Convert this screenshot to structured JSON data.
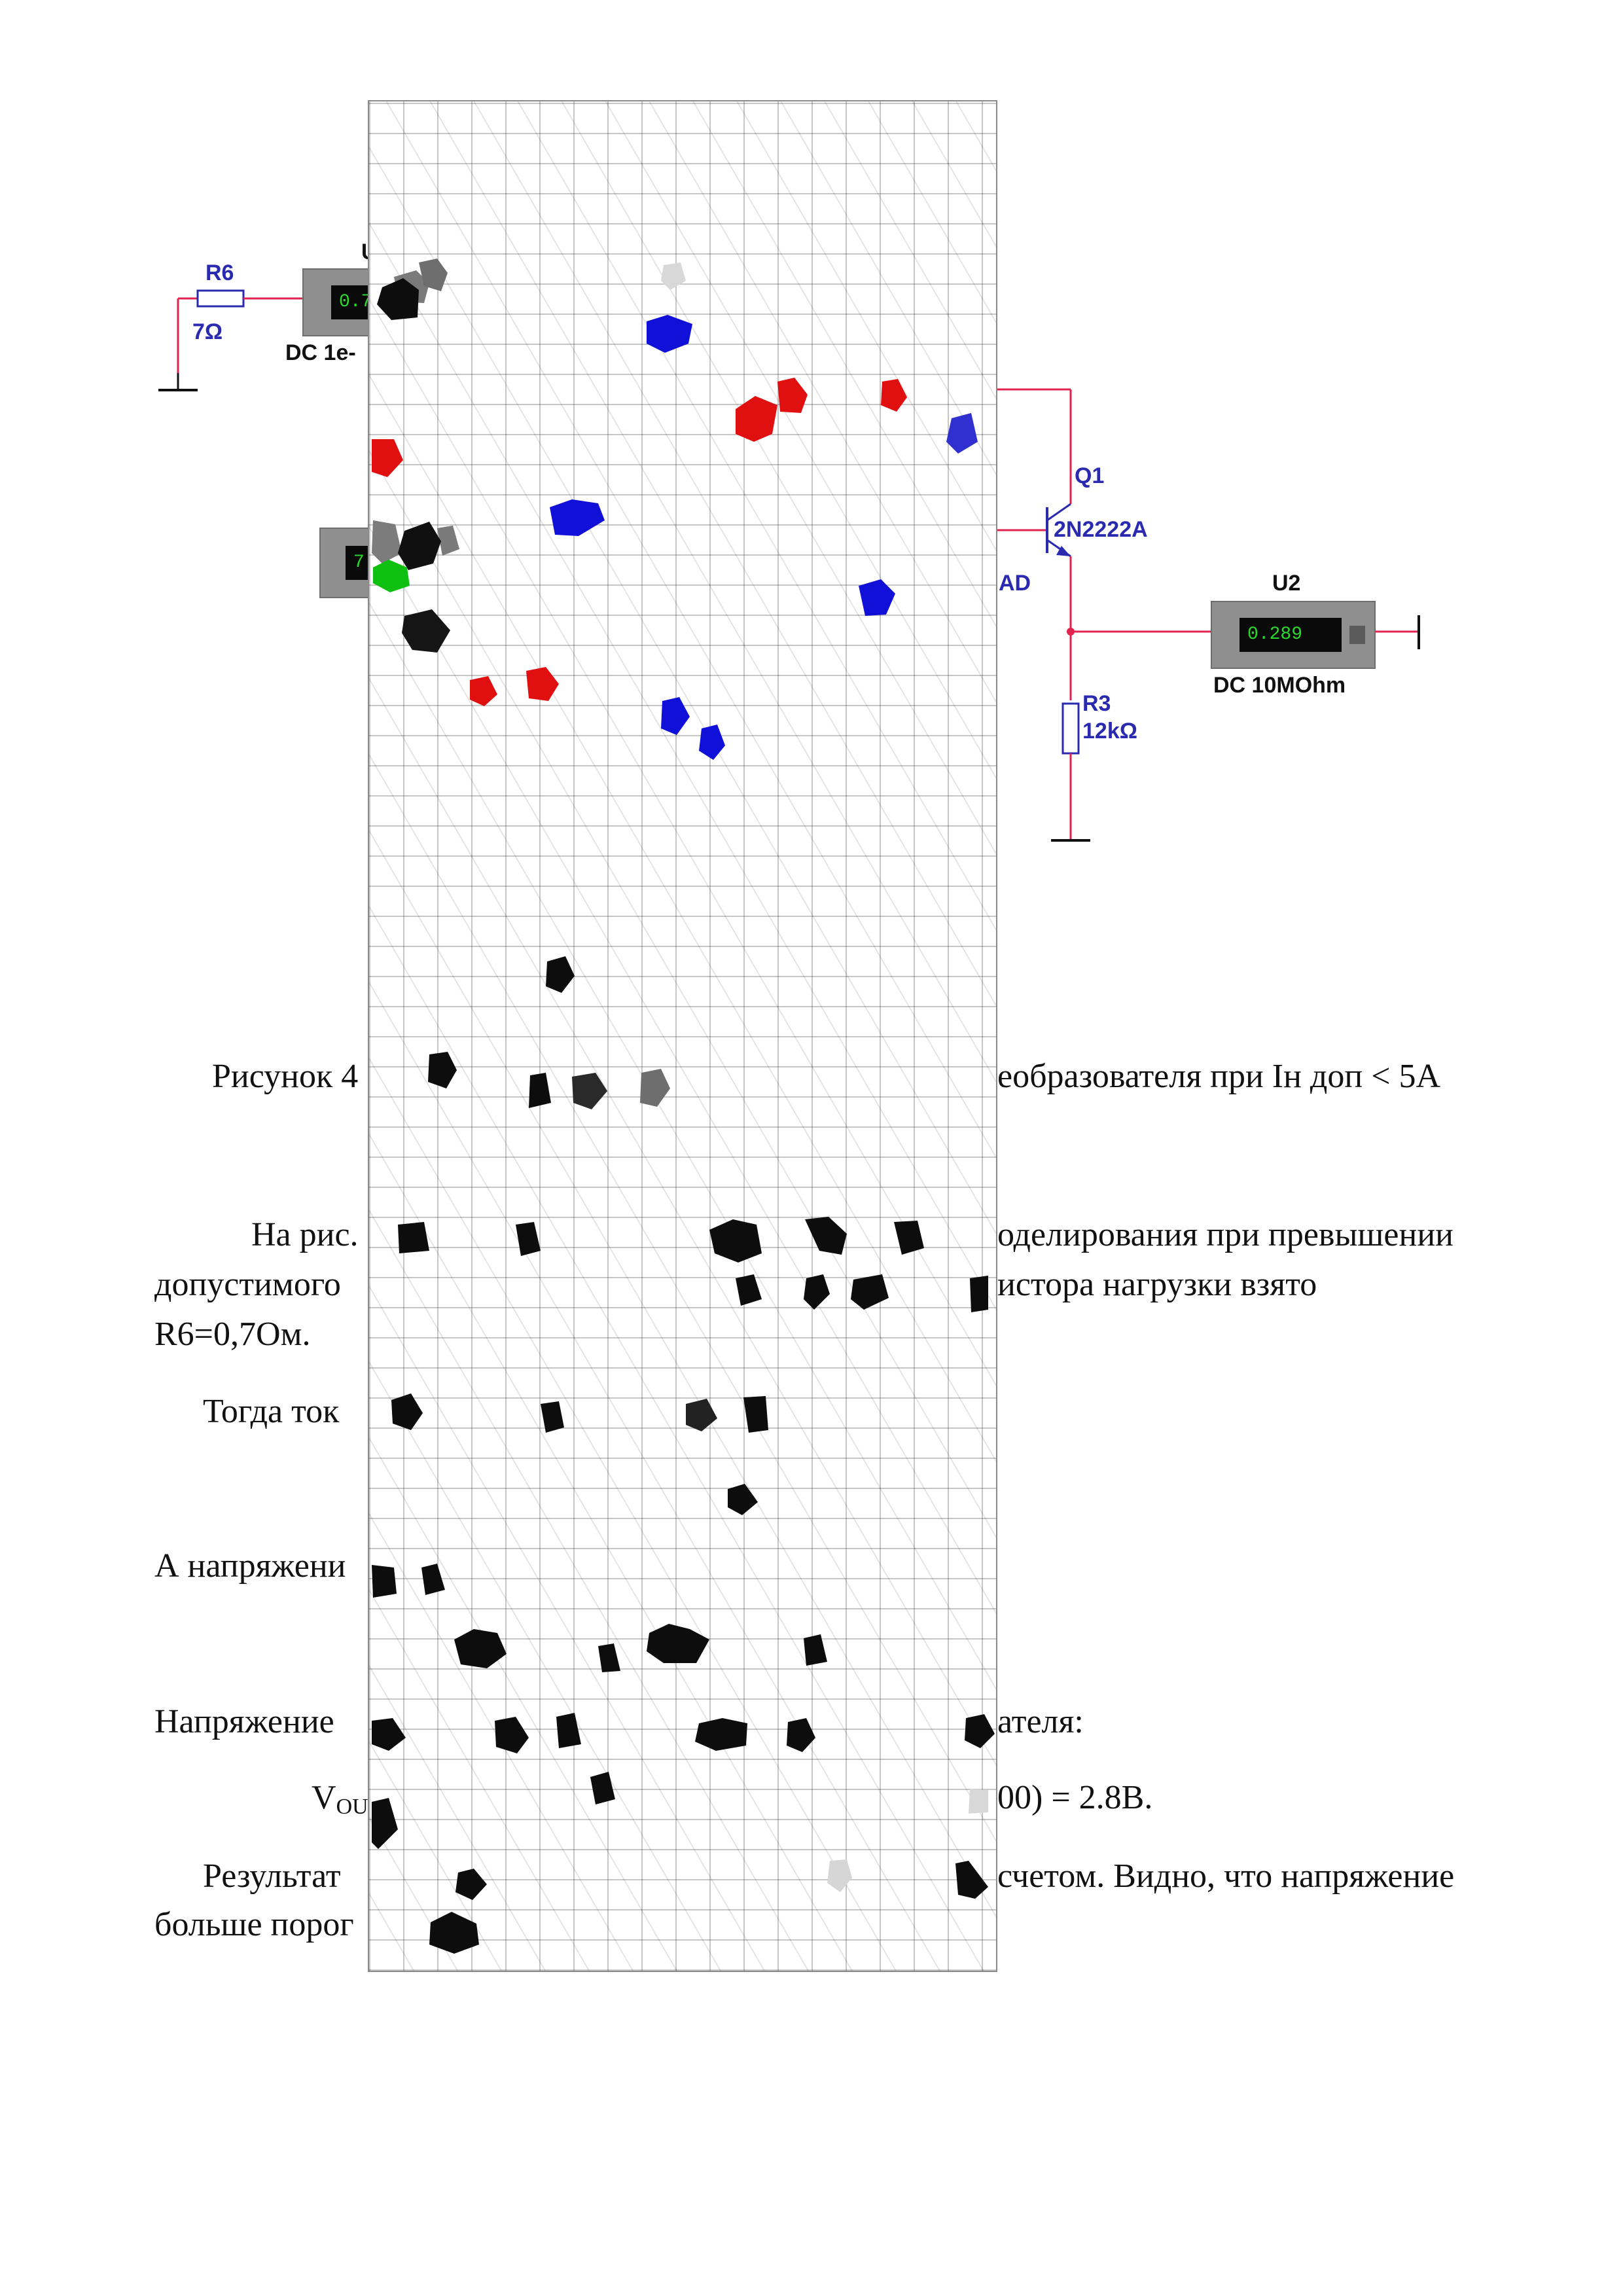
{
  "schematic": {
    "r6_name": "R6",
    "r6_value": "7Ω",
    "u1_partial": "U",
    "u1_reading_partial": "0.7",
    "u1_mode_partial": "DC  1e-",
    "u_lower_reading_partial": "7",
    "q1_name": "Q1",
    "q1_part": "2N2222A",
    "partial_label_ad": "AD",
    "u2_name": "U2",
    "u2_reading": "0.289",
    "u2_mode": "DC  10MOhm",
    "r3_name": "R3",
    "r3_value": "12kΩ",
    "wire_color": "#e0234f",
    "component_color": "#2a2ab0",
    "meter_digit_color": "#2bd92b"
  },
  "text": {
    "caption_left": "Рисунок 4",
    "caption_right": "еобразователя при Iн доп < 5A",
    "p1_line1_left": "На рис.",
    "p1_line1_right": "оделирования при превышении",
    "p1_line2_left": "допустимого",
    "p1_line2_right": "истора нагрузки взято",
    "p1_line3": "R6=0,7Ом.",
    "p2_left": "Тогда ток",
    "p3_left": "А напряжени",
    "p4_left": "Напряжение",
    "p4_right": "ателя:",
    "formula_left_main": "V",
    "formula_left_sub": "OU",
    "formula_right": "00) = 2.8В.",
    "p5_line1_left": "Результат",
    "p5_line1_right": "счетом. Видно, что напряжение",
    "p5_line2_left": "больше порог"
  }
}
